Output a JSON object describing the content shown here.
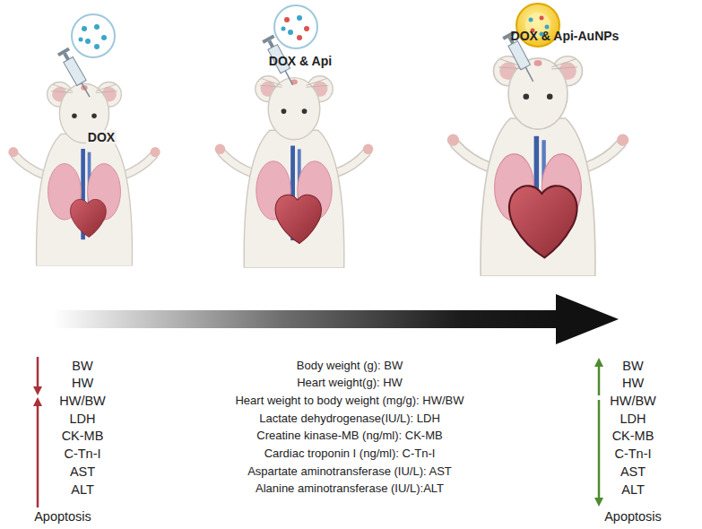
{
  "diagram": {
    "labels": [
      "DOX",
      "DOX & Api",
      "DOX & Api-AuNPs",
      "BW",
      "HW",
      "HW/BW",
      "LDH",
      "CK-MB",
      "C-Tn-I",
      "AST",
      "ALT",
      "Apoptosis",
      "Body weight (g): BW",
      "Heart weight(g): HW",
      "Heart weight to body weight (mg/g): HW/BW",
      "Lactate dehydrogenase(IU/L): LDH",
      "Creatine kinase-MB (ng/ml): CK-MB",
      "Cardiac troponin I (ng/ml): C-Tn-I",
      "Aspartate aminotransferase (IU/L): AST",
      "Alanine aminotransferase (IU/L):ALT",
      "BW",
      "HW",
      "HW/BW",
      "LDH",
      "CK-MB",
      "C-Tn-I",
      "AST",
      "ALT",
      "Apoptosis"
    ]
  }
}
